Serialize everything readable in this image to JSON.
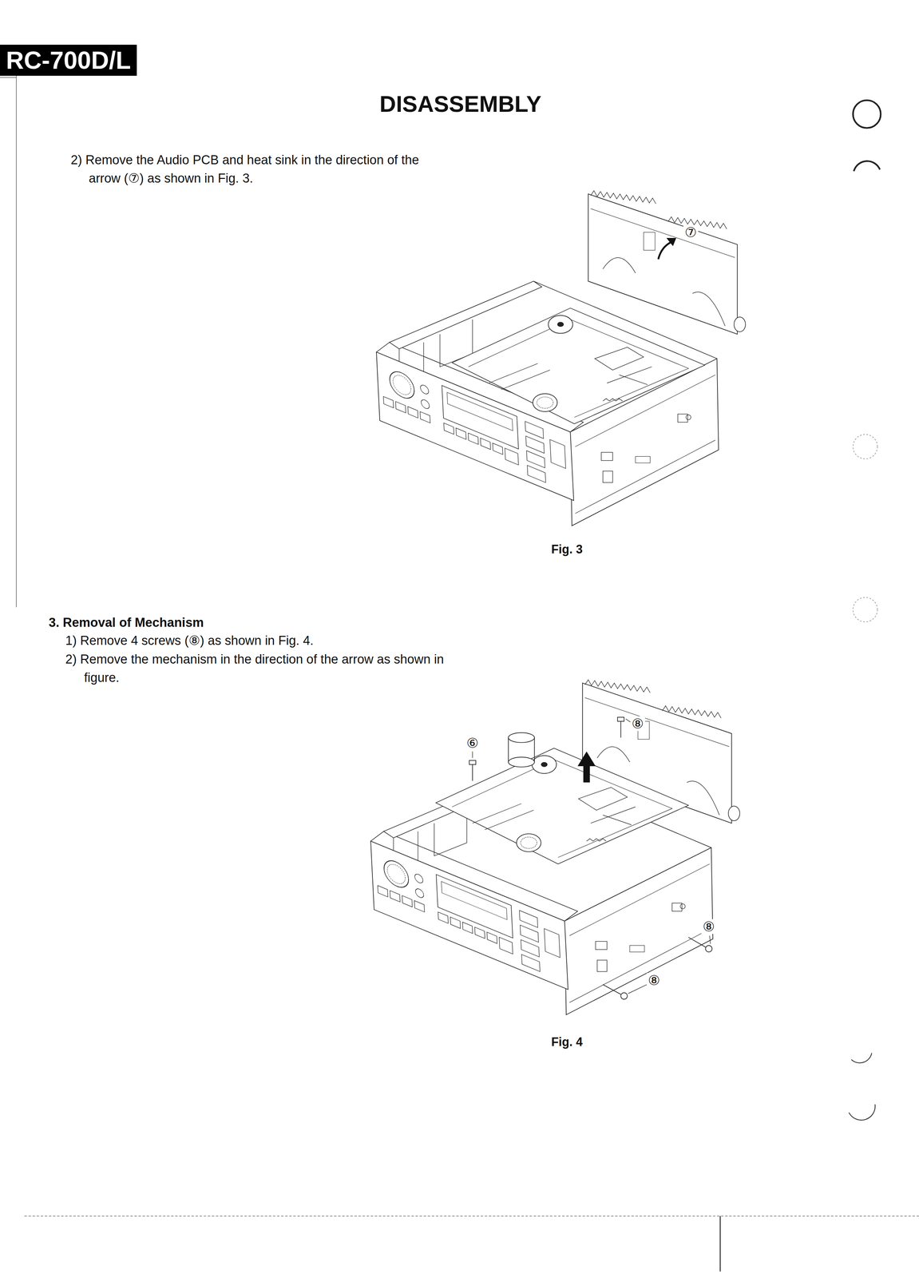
{
  "diagram": {
    "title": "DISASSEMBLY",
    "nodes": [
      {
        "text": [
          "RC-700D/L"
        ]
      }
    ],
    "labels": [
      "2) Remove the Audio PCB and heat sink in the direction of the arrow (⑦) as shown in Fig. 3.",
      "⑦",
      "Fig. 3",
      "3. Removal of Mechanism",
      "1) Remove 4 screws (⑧) as shown in Fig. 4.",
      "2) Remove the mechanism in the direction of the arrow as shown in figure.",
      "⑥",
      "⑧",
      "⑧",
      "⑧",
      "Fig. 4"
    ]
  }
}
